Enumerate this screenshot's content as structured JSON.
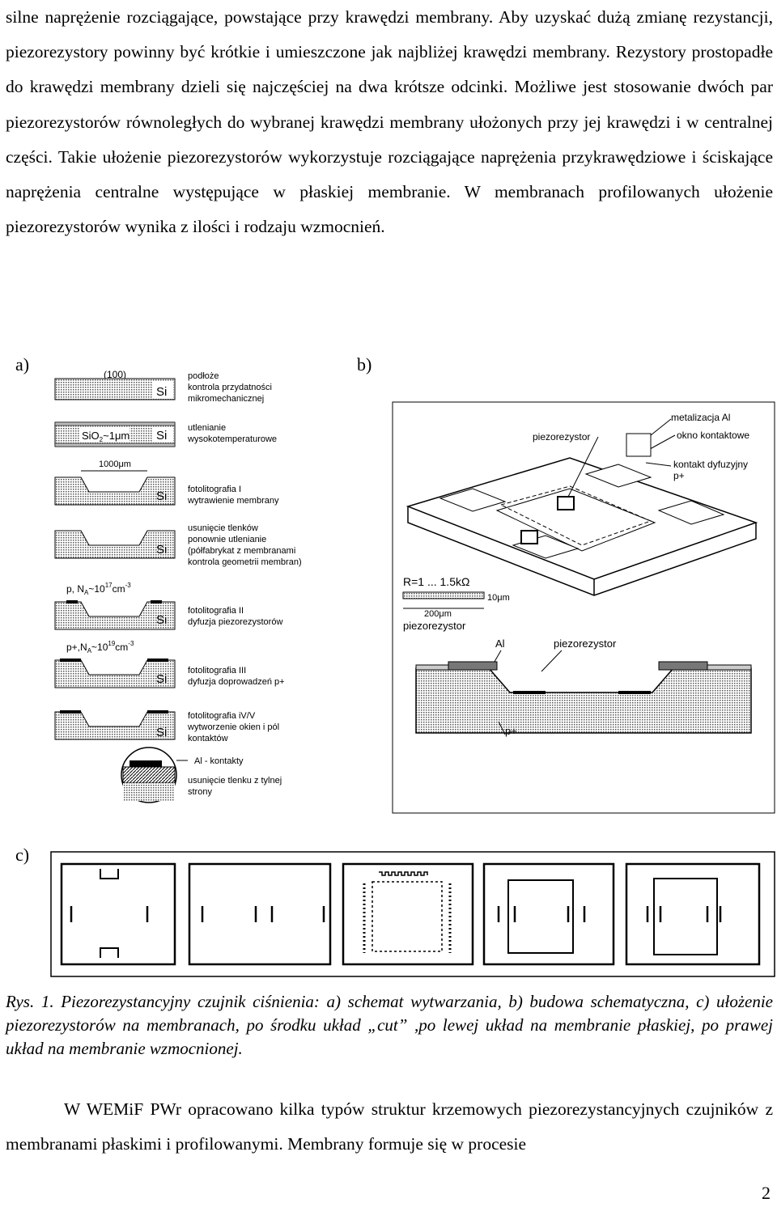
{
  "para1": "silne naprężenie rozciągające, powstające przy krawędzi membrany. Aby uzyskać dużą zmianę rezystancji, piezorezystory powinny być krótkie i umieszczone jak najbliżej krawędzi membrany. Rezystory prostopadłe do krawędzi membrany dzieli się najczęściej na dwa krótsze odcinki. Możliwe jest stosowanie dwóch par piezorezystorów równoległych do wybranej krawędzi membrany ułożonych przy jej krawędzi i w centralnej części. Takie ułożenie piezorezystorów wykorzystuje rozciągające naprężenia przykrawędziowe i ściskające naprężenia centralne występujące w płaskiej membranie. W membranach profilowanych ułożenie piezorezystorów wynika z ilości i rodzaju wzmocnień.",
  "fig": {
    "label_a": "a)",
    "label_b": "b)",
    "label_c": "c)",
    "a": {
      "t100": "(100)",
      "si": "Si",
      "sio2": "SiO",
      "sio2_sub": "2",
      "sio2_thick": "~1μm",
      "dim1000": "1000μm",
      "pna1": "p, N",
      "pna1_sub": "A",
      "pna1_val": "~10",
      "pna1_sup": "17",
      "pna1_unit": "cm",
      "pna1_unit_sup": "-3",
      "ppna": "p+,N",
      "ppna_sub": "A",
      "ppna_val": "~10",
      "ppna_sup": "19",
      "ppna_unit": "cm",
      "ppna_unit_sup": "-3",
      "s1": [
        "podłoże",
        "kontrola przydatności",
        "mikromechanicznej"
      ],
      "s2": [
        "utlenianie",
        "wysokotemperaturowe"
      ],
      "s3": [
        "fotolitografia I",
        "wytrawienie membrany"
      ],
      "s4": [
        "usunięcie tlenków",
        "ponownie utlenianie",
        "(półfabrykat z membranami",
        "kontrola geometrii membran)"
      ],
      "s5": [
        "fotolitografia II",
        "dyfuzja piezorezystorów"
      ],
      "s6": [
        "fotolitografia III",
        "dyfuzja doprowadzeń p+"
      ],
      "s7": [
        "fotolitografia iV/V",
        "wytworzenie okien i pól",
        "kontaktów"
      ],
      "s8": "Al - kontakty",
      "s9": [
        "usunięcie tlenku z tylnej",
        "strony"
      ]
    },
    "b": {
      "metal": "metalizacja Al",
      "okno": "okno kontaktowe",
      "piezo_top": "piezorezystor",
      "kontakt": [
        "kontakt dyfuzyjny",
        "p+"
      ],
      "r_range": "R=1 ... 1.5kΩ",
      "dim10": "10μm",
      "dim200": "200μm",
      "piezo_small": "piezorezystor",
      "al": "Al",
      "piezo_sec": "piezorezystor",
      "pplus": "p+"
    }
  },
  "caption": "Rys. 1. Piezorezystancyjny czujnik ciśnienia: a) schemat wytwarzania, b) budowa schematyczna, c) ułożenie piezorezystorów na membranach, po środku układ „cut” ,po lewej układ na membranie płaskiej, po prawej układ na membranie wzmocnionej.",
  "para2": "W WEMiF PWr opracowano kilka typów struktur krzemowych piezorezystancyjnych czujników z membranami płaskimi i profilowanymi. Membrany formuje się w procesie",
  "page_number": "2"
}
